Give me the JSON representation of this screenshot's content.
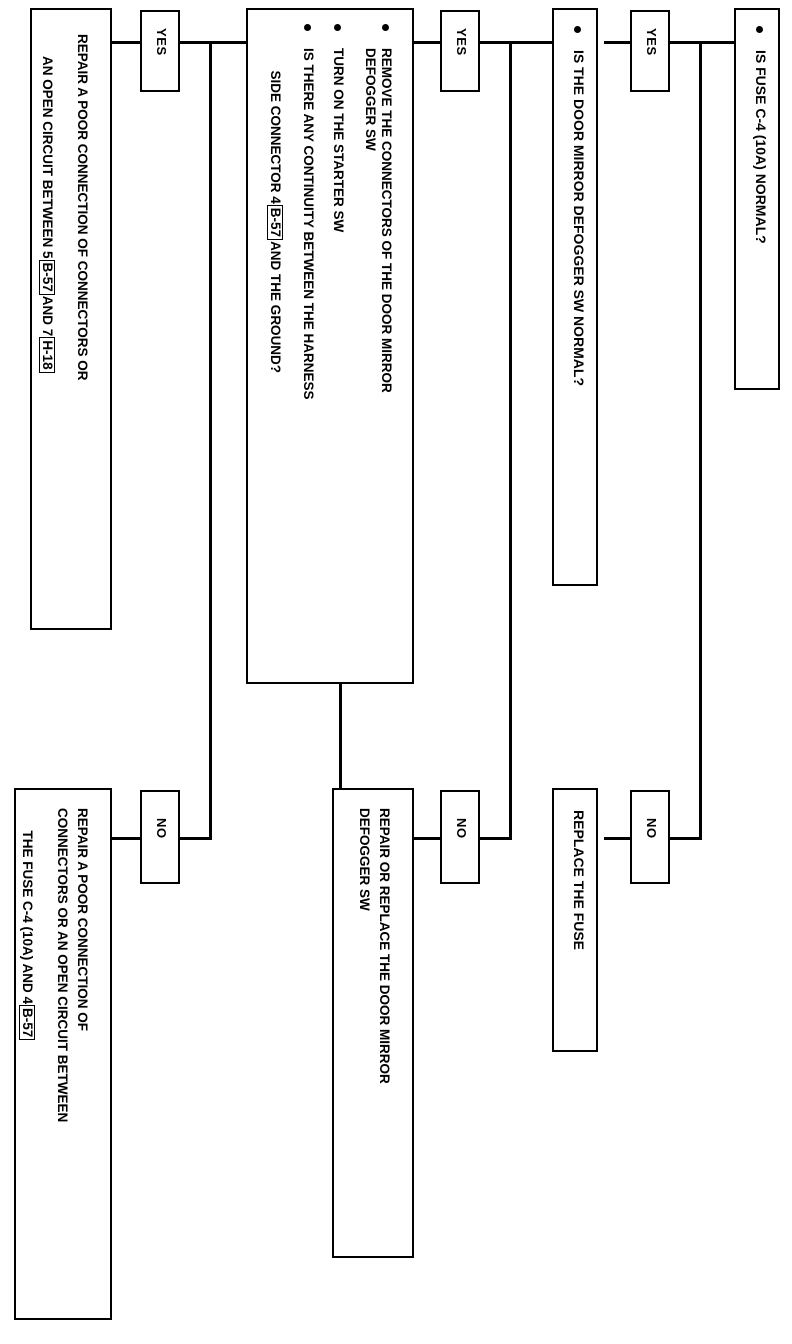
{
  "diagram": {
    "type": "troubleshooting-flowchart",
    "title": "Door Mirror Defogger Troubleshooting Flowchart",
    "orientation": "rotated-90-clockwise",
    "decision_labels": {
      "yes": "YES",
      "no": "NO"
    },
    "nodes": [
      {
        "id": "q-fuse",
        "kind": "question",
        "bullet": true,
        "lines": [
          "IS FUSE C-4 (10A) NORMAL?"
        ]
      },
      {
        "id": "q-sw",
        "kind": "question",
        "bullet": true,
        "lines": [
          "IS THE DOOR MIRROR DEFOGGER SW NORMAL?"
        ]
      },
      {
        "id": "q-continuity",
        "kind": "procedure-question",
        "bullets": 3,
        "lines": [
          "REMOVE THE CONNECTORS OF THE DOOR MIRROR",
          "DEFOGGER SW",
          "TURN ON THE STARTER SW",
          "IS THERE ANY CONTINUITY BETWEEN THE HARNESS",
          "SIDE CONNECTOR 4 [B-57] AND THE GROUND?"
        ],
        "line_items": [
          {
            "text": "REMOVE THE CONNECTORS OF THE DOOR MIRROR",
            "bullet": true
          },
          {
            "text": "DEFOGGER SW",
            "bullet": false
          },
          {
            "text": "TURN ON THE STARTER SW",
            "bullet": true
          },
          {
            "text": "IS THERE ANY CONTINUITY BETWEEN THE HARNESS",
            "bullet": true
          },
          {
            "text": "SIDE CONNECTOR 4 |B-57| AND THE GROUND?",
            "bullet": false
          }
        ]
      },
      {
        "id": "a-repair-5-7",
        "kind": "action",
        "lines": [
          "REPAIR A POOR CONNECTION OF CONNECTORS OR",
          "AN OPEN CIRCUIT BETWEEN 5 |B-57| AND 7 |H-18|"
        ]
      },
      {
        "id": "a-repair-fuse-4",
        "kind": "action",
        "lines": [
          "REPAIR A POOR CONNECTION OF",
          "CONNECTORS OR AN OPEN CIRCUIT BETWEEN",
          "THE FUSE C-4 (10A) AND 4 |B-57|"
        ]
      },
      {
        "id": "a-repair-replace-sw",
        "kind": "action",
        "lines": [
          "REPAIR OR REPLACE THE DOOR MIRROR",
          "DEFOGGER SW"
        ]
      },
      {
        "id": "a-replace-fuse",
        "kind": "action",
        "lines": [
          "REPLACE THE FUSE"
        ]
      }
    ],
    "connector_codes": [
      "B-57",
      "H-18"
    ],
    "text": {
      "q_fuse_l1": "IS FUSE C-4 (10A) NORMAL?",
      "q_sw_l1": "IS THE DOOR MIRROR DEFOGGER SW NORMAL?",
      "proc_l1": "REMOVE THE CONNECTORS OF THE DOOR MIRROR",
      "proc_l2": "DEFOGGER SW",
      "proc_l3": "TURN ON THE STARTER SW",
      "proc_l4": "IS THERE ANY CONTINUITY BETWEEN THE HARNESS",
      "proc_l5a": "SIDE CONNECTOR 4",
      "proc_l5b": "B-57",
      "proc_l5c": "AND THE GROUND?",
      "rep57_l1": "REPAIR A POOR CONNECTION OF CONNECTORS OR",
      "rep57_l2a": "AN OPEN CIRCUIT BETWEEN 5",
      "rep57_l2b": "B-57",
      "rep57_l2c": "AND 7",
      "rep57_l2d": "H-18",
      "repfuse_l1": "REPAIR A POOR CONNECTION OF",
      "repfuse_l2": "CONNECTORS OR AN OPEN CIRCUIT BETWEEN",
      "repfuse_l3a": "THE FUSE C-4 (10A) AND 4",
      "repfuse_l3b": "B-57",
      "repsw_l1": "REPAIR OR REPLACE THE DOOR MIRROR",
      "repsw_l2": "DEFOGGER SW",
      "replacefuse_l1": "REPLACE THE FUSE",
      "yes1": "YES",
      "yes2": "YES",
      "yes3": "YES",
      "no1": "NO",
      "no2": "NO",
      "no3": "NO"
    },
    "colors": {
      "line": "#000000",
      "background": "#ffffff",
      "text": "#000000"
    }
  }
}
